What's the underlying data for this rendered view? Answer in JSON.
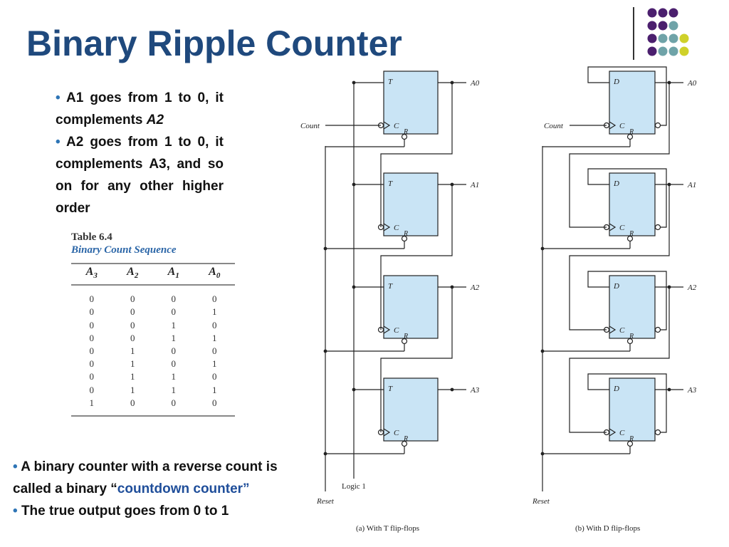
{
  "slide": {
    "title": "Binary Ripple Counter",
    "colors": {
      "title": "#1f497d",
      "highlight": "#2e75b6",
      "ff_fill": "#c9e4f5",
      "dot_purple": "#4b1f6e",
      "dot_teal": "#6fa3a8",
      "dot_yellow": "#cfd12a"
    }
  },
  "bullets_top": [
    {
      "text": "A1 goes from 1 to 0, it complements ",
      "italic": "A2"
    },
    {
      "text": "A2 goes from 1 to 0, it complements A3, and so on for any other higher order"
    }
  ],
  "bullets_bottom": [
    {
      "pre": "A binary counter with a reverse count is called a binary “",
      "highlight": "countdown counter”"
    },
    {
      "pre": "The true output goes from 0 to 1"
    }
  ],
  "table": {
    "caption": "Table 6.4",
    "subtitle": "Binary Count Sequence",
    "headers": [
      "A3",
      "A2",
      "A1",
      "A0"
    ],
    "rows": [
      [
        "0",
        "0",
        "0",
        "0"
      ],
      [
        "0",
        "0",
        "0",
        "1"
      ],
      [
        "0",
        "0",
        "1",
        "0"
      ],
      [
        "0",
        "0",
        "1",
        "1"
      ],
      [
        "0",
        "1",
        "0",
        "0"
      ],
      [
        "0",
        "1",
        "0",
        "1"
      ],
      [
        "0",
        "1",
        "1",
        "0"
      ],
      [
        "0",
        "1",
        "1",
        "1"
      ],
      [
        "1",
        "0",
        "0",
        "0"
      ]
    ]
  },
  "diagram": {
    "count_label": "Count",
    "reset_label": "Reset",
    "logic_label": "Logic 1",
    "outputs": [
      "A0",
      "A1",
      "A2",
      "A3"
    ],
    "ff_t_input": "T",
    "ff_d_input": "D",
    "clock_label": "C",
    "reset_pin": "R",
    "caption_a": "(a) With T flip-flops",
    "caption_b": "(b) With D flip-flops"
  }
}
